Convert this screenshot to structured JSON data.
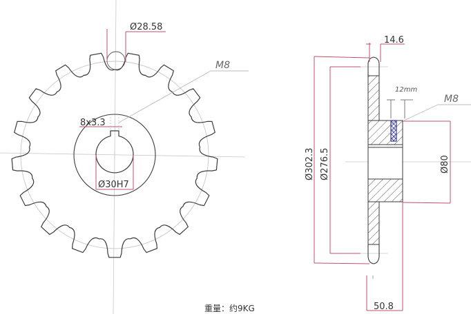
{
  "drawing": {
    "type": "sprocket technical drawing",
    "front_view": {
      "teeth_count": 17,
      "labels": {
        "roller_diameter": "Ø28.58",
        "keyway": "8x3.3",
        "bore": "Ø30H7",
        "set_screw": "M8"
      }
    },
    "side_view": {
      "labels": {
        "tooth_width": "14.6",
        "set_screw_offset": "12mm",
        "set_screw": "M8",
        "outer_diameter": "Ø302.3",
        "pitch_diameter": "Ø276.5",
        "hub_diameter": "Ø80",
        "hub_length": "50.8"
      }
    },
    "weight_note": "重量：约9KG",
    "colors": {
      "outline": "#3a3a3a",
      "dimension": "#c0506a",
      "centerline": "#b8b8b8",
      "set_screw": "#3a3a9a",
      "hatch": "#555555"
    }
  }
}
